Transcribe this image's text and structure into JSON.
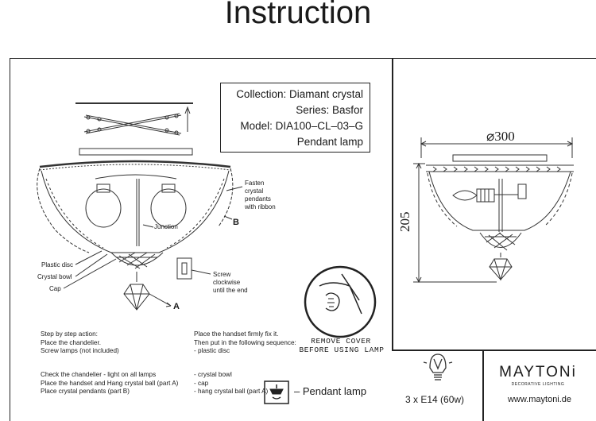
{
  "title": "Instruction",
  "info": {
    "collection": "Collection: Diamant crystal",
    "series": "Series: Basfor",
    "model": "Model: DIA100–CL–03–G",
    "type": "Pendant lamp"
  },
  "callouts": {
    "fasten": [
      "Fasten",
      "crystal",
      "pendants",
      "with ribbon"
    ],
    "junction": "Junction",
    "label_b": "B",
    "label_a": "A",
    "plastic_disc": "Plastic disc",
    "crystal_bowl": "Crystal bowl",
    "cap": "Cap",
    "screw": [
      "Screw",
      "clockwise",
      "until the end"
    ]
  },
  "steps_left": [
    "Step by step action:",
    "Place the chandelier.",
    "Screw lamps (not included)",
    "Check the chandelier - light on all lamps",
    "Place the handset and Hang crystal ball (part A)",
    "Place crystal pendants (part B)"
  ],
  "steps_right": [
    "Place the handset firmly fix it.",
    "Then put in the following sequence:",
    "- plastic disc",
    "- crystal bowl",
    "- cap",
    "- hang crystal ball (part A)"
  ],
  "remove_cover": [
    "REMOVE COVER",
    "BEFORE USING LAMP"
  ],
  "legend": {
    "label": "– Pendant lamp",
    "icon": "pendant-lamp-icon"
  },
  "dimensions": {
    "diameter": "⌀300",
    "height": "205"
  },
  "bulb": {
    "spec": "3 x E14 (60w)",
    "icon": "light-bulb-icon"
  },
  "brand": {
    "name": "MAYTONi",
    "tagline": "DECORATIVE LIGHTING",
    "url": "www.maytoni.de"
  }
}
